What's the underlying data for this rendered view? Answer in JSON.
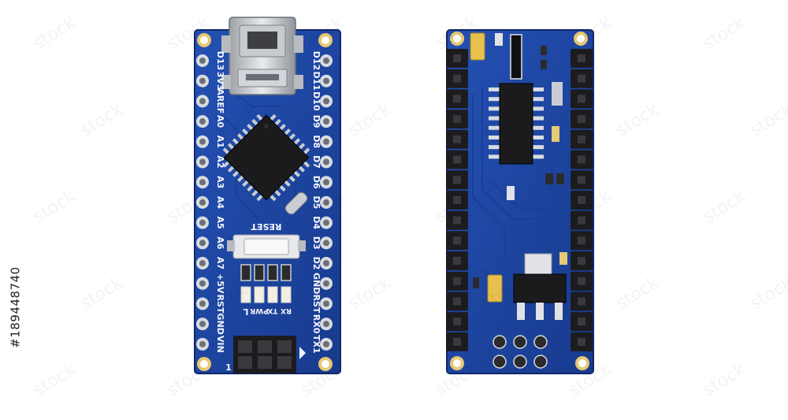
{
  "photo": {
    "stock_id": "#189448740",
    "watermark": "stock",
    "board_colors": {
      "pcb": "#1d3f9a",
      "pcb_edge": "#11286b",
      "chip": "#1b1b1e",
      "gold": "#e7c873",
      "header": "#1c1c1f"
    }
  },
  "front_board": {
    "left_pins": [
      "D13",
      "3V3",
      "AREF",
      "A0",
      "A1",
      "A2",
      "A3",
      "A4",
      "A5",
      "A6",
      "A7",
      "+5V",
      "RST",
      "GND",
      "VIN"
    ],
    "right_pins": [
      "D12",
      "D11",
      "D10",
      "D9",
      "D8",
      "D7",
      "D6",
      "D5",
      "D4",
      "D3",
      "D2",
      "GND",
      "RST",
      "RX0",
      "TX1"
    ],
    "reset_label": "RESET",
    "led_labels": [
      "L",
      "PWR",
      "TX",
      "RX"
    ],
    "icsp_mark": "1"
  }
}
